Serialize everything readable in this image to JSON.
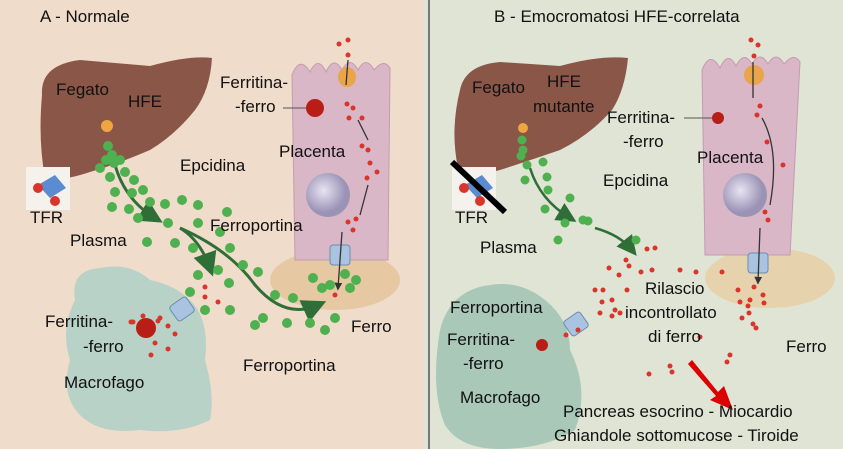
{
  "colors": {
    "panel_a_bg": "#efdccb",
    "panel_b_bg": "#dfe4d5",
    "liver": "#8a5647",
    "placenta": "#d9b7c6",
    "macrophage": "#b9d2c8",
    "hepcidin": "#4fb04f",
    "iron": "#d9352a",
    "arrow": "#2f6e36",
    "red_arrow": "#dd0000"
  },
  "panel_a": {
    "title": "A - Normale",
    "fegato": "Fegato",
    "hfe": "HFE",
    "tfr": "TFR",
    "ferritina_1": "Ferritina-",
    "ferritina_2": "-ferro",
    "placenta": "Placenta",
    "epcidina": "Epcidina",
    "ferroportina_placenta": "Ferroportina",
    "plasma": "Plasma",
    "macro_ferritina_1": "Ferritina-",
    "macro_ferritina_2": "-ferro",
    "macrofago": "Macrofago",
    "ferroportina_macro": "Ferroportina",
    "ferro": "Ferro"
  },
  "panel_b": {
    "title": "B - Emocromatosi HFE-correlata",
    "fegato": "Fegato",
    "hfe_1": "HFE",
    "hfe_2": "mutante",
    "tfr": "TFR",
    "ferritina_1": "Ferritina-",
    "ferritina_2": "-ferro",
    "placenta": "Placenta",
    "epcidina": "Epcidina",
    "plasma": "Plasma",
    "rilascio_1": "Rilascio",
    "rilascio_2": "incontrollato",
    "rilascio_3": "di ferro",
    "ferro": "Ferro",
    "ferroportina": "Ferroportina",
    "macro_ferritina_1": "Ferritina-",
    "macro_ferritina_2": "-ferro",
    "macrofago": "Macrofago",
    "organs_1": "Pancreas esocrino - Miocardio",
    "organs_2": "Ghiandole sottomucose - Tiroide"
  }
}
